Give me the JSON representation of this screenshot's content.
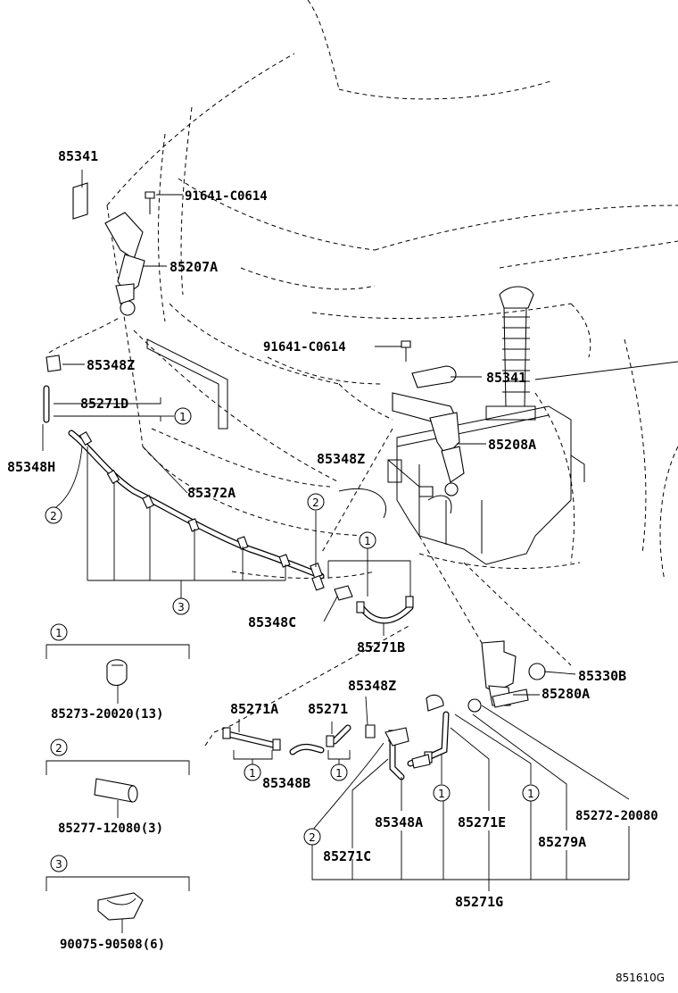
{
  "labels": {
    "p85341_top": "85341",
    "p91641_top": "91641-C0614",
    "p85207A": "85207A",
    "p91641_mid": "91641-C0614",
    "p85348Z_left": "85348Z",
    "p85341_right": "85341",
    "p85271D": "85271D",
    "p85348H": "85348H",
    "p85208A": "85208A",
    "p85348Z_mid": "85348Z",
    "p85372A": "85372A",
    "p85348C": "85348C",
    "p85271B": "85271B",
    "p85330B": "85330B",
    "p85348Z_low": "85348Z",
    "p85280A": "85280A",
    "p85271A": "85271A",
    "p85271": "85271",
    "p85348B": "85348B",
    "p85348A": "85348A",
    "p85271E": "85271E",
    "p85272": "85272-20080",
    "p85279A": "85279A",
    "p85271C": "85271C",
    "p85271G": "85271G"
  },
  "callouts": {
    "c1": "1",
    "c2": "2",
    "c3": "3"
  },
  "legend": [
    {
      "key": "1",
      "part": "85273-20020(13)",
      "icon": "hose-clip-icon"
    },
    {
      "key": "2",
      "part": "85277-12080(3)",
      "icon": "hose-sleeve-icon"
    },
    {
      "key": "3",
      "part": "90075-90508(6)",
      "icon": "hose-clamp-icon"
    }
  ],
  "figure_id": "851610G"
}
